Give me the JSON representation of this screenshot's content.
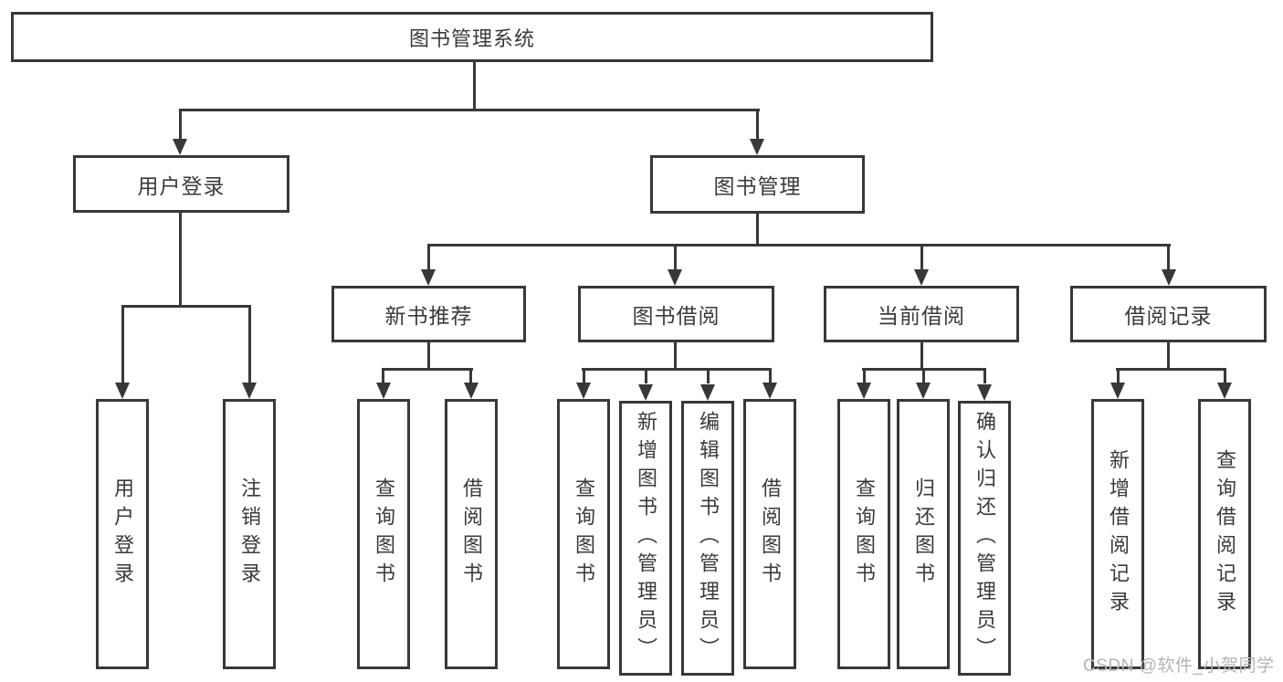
{
  "diagram": {
    "type": "hierarchy-tree",
    "nodes": {
      "root": {
        "label": "图书管理系统"
      },
      "user_login": {
        "label": "用户登录"
      },
      "book_mgmt": {
        "label": "图书管理"
      },
      "new_books": {
        "label": "新书推荐"
      },
      "book_borrow": {
        "label": "图书借阅"
      },
      "current_borrow": {
        "label": "当前借阅"
      },
      "borrow_records": {
        "label": "借阅记录"
      },
      "leaf_user_login": {
        "label": "用户登录"
      },
      "leaf_logout": {
        "label": "注销登录"
      },
      "leaf_nb_query": {
        "label": "查询图书"
      },
      "leaf_nb_borrow": {
        "label": "借阅图书"
      },
      "leaf_bw_query": {
        "label": "查询图书"
      },
      "leaf_bw_add": {
        "label": "新增图书（管理员）"
      },
      "leaf_bw_edit": {
        "label": "编辑图书（管理员）"
      },
      "leaf_bw_borrow": {
        "label": "借阅图书"
      },
      "leaf_cur_query": {
        "label": "查询图书"
      },
      "leaf_cur_return": {
        "label": "归还图书"
      },
      "leaf_cur_confirm": {
        "label": "确认归还（管理员）"
      },
      "leaf_rec_add": {
        "label": "新增借阅记录"
      },
      "leaf_rec_query": {
        "label": "查询借阅记录"
      }
    },
    "edges": [
      [
        "root",
        "user_login"
      ],
      [
        "root",
        "book_mgmt"
      ],
      [
        "user_login",
        "leaf_user_login"
      ],
      [
        "user_login",
        "leaf_logout"
      ],
      [
        "book_mgmt",
        "new_books"
      ],
      [
        "book_mgmt",
        "book_borrow"
      ],
      [
        "book_mgmt",
        "current_borrow"
      ],
      [
        "book_mgmt",
        "borrow_records"
      ],
      [
        "new_books",
        "leaf_nb_query"
      ],
      [
        "new_books",
        "leaf_nb_borrow"
      ],
      [
        "book_borrow",
        "leaf_bw_query"
      ],
      [
        "book_borrow",
        "leaf_bw_add"
      ],
      [
        "book_borrow",
        "leaf_bw_edit"
      ],
      [
        "book_borrow",
        "leaf_bw_borrow"
      ],
      [
        "current_borrow",
        "leaf_cur_query"
      ],
      [
        "current_borrow",
        "leaf_cur_return"
      ],
      [
        "current_borrow",
        "leaf_cur_confirm"
      ],
      [
        "borrow_records",
        "leaf_rec_add"
      ],
      [
        "borrow_records",
        "leaf_rec_query"
      ]
    ],
    "colors": {
      "line": "#383838",
      "text": "#3a3a3a",
      "box_background": "#ffffff",
      "page_background": "#ffffff",
      "watermark": "#b5b5b5"
    }
  },
  "watermark": {
    "text": "CSDN @软件_小贺同学"
  }
}
